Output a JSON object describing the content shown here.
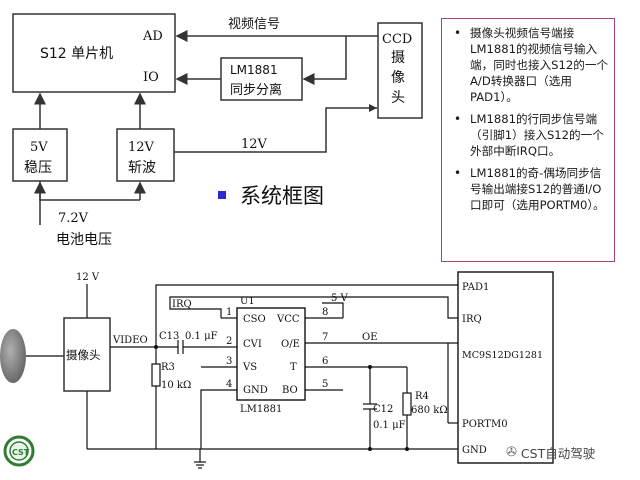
{
  "block_diagram": {
    "mcu": {
      "line1": "S12 单片机",
      "port_ad": "AD",
      "port_io": "IO"
    },
    "sync_separator": {
      "line1": "LM1881",
      "line2": "同步分离"
    },
    "camera": {
      "line1": "CCD",
      "line2": "摄",
      "line3": "像",
      "line4": "头"
    },
    "regulator_5v": {
      "line1": "5V",
      "line2": "稳压"
    },
    "chopper_12v": {
      "line1": "12V",
      "line2": "斩波"
    },
    "video_signal_label": "视频信号",
    "camera_power_label": "12V",
    "battery_voltage": "7.2V",
    "battery_label": "电池电压"
  },
  "section_title": "系统框图",
  "notes": [
    "摄像头视频信号端接LM1881的视频信号输入端，同时也接入S12的一个A/D转换器口（选用PAD1）。",
    "LM1881的行同步信号端（引脚1）接入S12的一个外部中断IRQ口。",
    "LM1881的奇-偶场同步信号输出端接S12的普通I/O口即可（选用PORTM0）。"
  ],
  "schematic": {
    "supply_12v": "12 V",
    "camera_label": "摄像头",
    "video_label": "VIDEO",
    "ic_ref": "U1",
    "ic_name": "LM1881",
    "supply_5v": "5 V",
    "irq_net": "IRQ",
    "oe_net": "OE",
    "pins_left": [
      {
        "num": "1",
        "name": "CSO"
      },
      {
        "num": "2",
        "name": "CVI"
      },
      {
        "num": "3",
        "name": "VS"
      },
      {
        "num": "4",
        "name": "GND"
      }
    ],
    "pins_right": [
      {
        "num": "8",
        "name": "VCC"
      },
      {
        "num": "7",
        "name": "O/E"
      },
      {
        "num": "6",
        "name": "T"
      },
      {
        "num": "5",
        "name": "BO"
      }
    ],
    "c13_label": "C13",
    "c13_value": "0.1 μF",
    "r3_label": "R3",
    "r3_value": "10 kΩ",
    "c12_label": "C12",
    "c12_value": "0.1 μF",
    "r4_label": "R4",
    "r4_value": "680 kΩ",
    "mcu_name": "MC9S12DG1281",
    "mcu_pins": [
      "PAD1",
      "IRQ",
      "PORTM0",
      "GND"
    ]
  },
  "watermark": "CST自动驾驶",
  "colors": {
    "note_border": "#a0448a",
    "title_bullet": "#2a2ad0",
    "logo_green": "#2e7d32"
  }
}
